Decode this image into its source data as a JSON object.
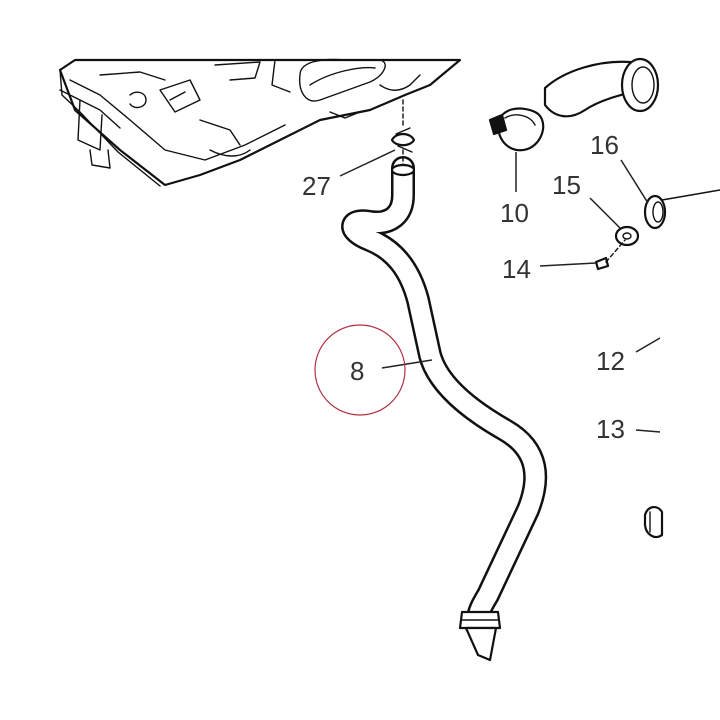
{
  "diagram": {
    "highlight_color": "#b03040",
    "line_color": "#111111",
    "label_color": "#333333",
    "callouts": [
      {
        "id": "c27",
        "label": "27"
      },
      {
        "id": "c10",
        "label": "10"
      },
      {
        "id": "c16",
        "label": "16"
      },
      {
        "id": "c15",
        "label": "15"
      },
      {
        "id": "c14",
        "label": "14"
      },
      {
        "id": "c8",
        "label": "8"
      },
      {
        "id": "c12",
        "label": "12"
      },
      {
        "id": "c13",
        "label": "13"
      }
    ]
  }
}
